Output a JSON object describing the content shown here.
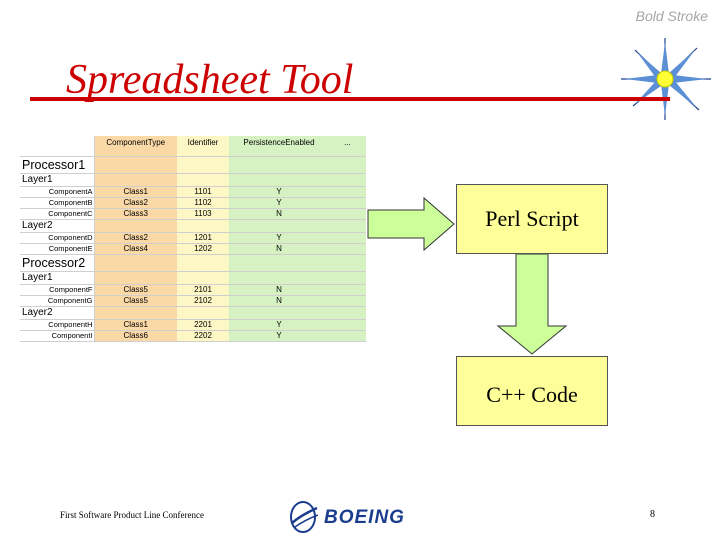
{
  "header": {
    "brand": "Bold Stroke",
    "title": "Spreadsheet Tool"
  },
  "spreadsheet": {
    "columns": [
      "",
      "ComponentType",
      "Identifier",
      "PersistenceEnabled",
      "..."
    ],
    "rows": [
      {
        "kind": "p",
        "label": "Processor1",
        "type": "",
        "id": "",
        "pe": ""
      },
      {
        "kind": "l",
        "label": "Layer1",
        "type": "",
        "id": "",
        "pe": ""
      },
      {
        "kind": "r",
        "label": "ComponentA",
        "type": "Class1",
        "id": "1101",
        "pe": "Y"
      },
      {
        "kind": "r",
        "label": "ComponentB",
        "type": "Class2",
        "id": "1102",
        "pe": "Y"
      },
      {
        "kind": "r",
        "label": "ComponentC",
        "type": "Class3",
        "id": "1103",
        "pe": "N"
      },
      {
        "kind": "l",
        "label": "Layer2",
        "type": "",
        "id": "",
        "pe": ""
      },
      {
        "kind": "r",
        "label": "ComponentD",
        "type": "Class2",
        "id": "1201",
        "pe": "Y"
      },
      {
        "kind": "r",
        "label": "ComponentE",
        "type": "Class4",
        "id": "1202",
        "pe": "N"
      },
      {
        "kind": "p",
        "label": "Processor2",
        "type": "",
        "id": "",
        "pe": ""
      },
      {
        "kind": "l",
        "label": "Layer1",
        "type": "",
        "id": "",
        "pe": ""
      },
      {
        "kind": "r",
        "label": "ComponentF",
        "type": "Class5",
        "id": "2101",
        "pe": "N"
      },
      {
        "kind": "r",
        "label": "ComponentG",
        "type": "Class5",
        "id": "2102",
        "pe": "N"
      },
      {
        "kind": "l",
        "label": "Layer2",
        "type": "",
        "id": "",
        "pe": ""
      },
      {
        "kind": "r",
        "label": "ComponentH",
        "type": "Class1",
        "id": "2201",
        "pe": "Y"
      },
      {
        "kind": "r",
        "label": "ComponentI",
        "type": "Class6",
        "id": "2202",
        "pe": "Y"
      }
    ]
  },
  "diagram": {
    "perl_label": "Perl Script",
    "cpp_label": "C++ Code"
  },
  "footer": {
    "conference": "First Software Product Line Conference",
    "logo_text": "BOEING",
    "page_number": "8"
  },
  "colors": {
    "title": "#cc0000",
    "box_fill": "#ffff99",
    "arrow_fill": "#ccff99",
    "sheet_type_col": "#fad9a7",
    "sheet_id_col": "#fdf6c5",
    "sheet_pe_col": "#d6f2c3",
    "logo": "#1a3d8f"
  }
}
